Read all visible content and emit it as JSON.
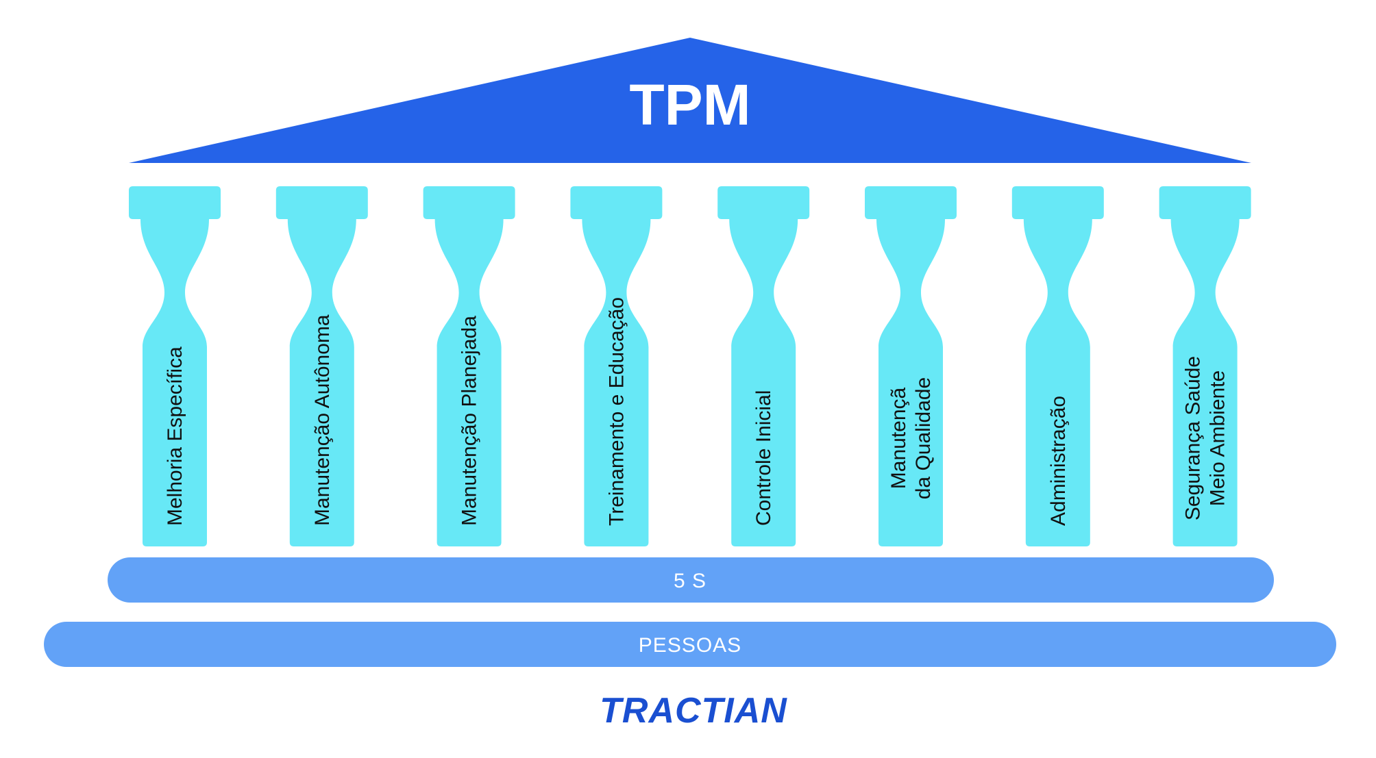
{
  "title": "TPM",
  "pillars": [
    {
      "lines": [
        "Melhoria Específica"
      ]
    },
    {
      "lines": [
        "Manutenção Autônoma"
      ]
    },
    {
      "lines": [
        "Manutenção Planejada"
      ]
    },
    {
      "lines": [
        "Treinamento e Educação"
      ]
    },
    {
      "lines": [
        "Controle Inicial"
      ]
    },
    {
      "lines": [
        "Manutençã",
        "da Qualidade"
      ]
    },
    {
      "lines": [
        "Administração"
      ]
    },
    {
      "lines": [
        "Segurança Saúde",
        "Meio Ambiente"
      ]
    }
  ],
  "foundation": {
    "five_s": "5 S",
    "people": "PESSOAS"
  },
  "logo": "TRACTIAN",
  "colors": {
    "roof": "#2563e8",
    "pillar": "#67e8f6",
    "band": "#62a2f7",
    "logo": "#1a4fd1",
    "pillar_text": "#111111"
  }
}
